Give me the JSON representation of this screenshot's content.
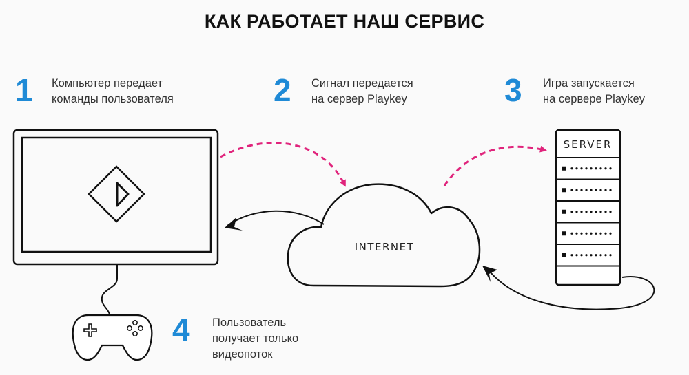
{
  "title": "КАК РАБОТАЕТ НАШ СЕРВИС",
  "steps": [
    {
      "number": "1",
      "lines": [
        "Компьютер передает",
        "команды пользователя"
      ]
    },
    {
      "number": "2",
      "lines": [
        "Сигнал передается",
        "на сервер Playkey"
      ]
    },
    {
      "number": "3",
      "lines": [
        "Игра запускается",
        "на сервере Playkey"
      ]
    },
    {
      "number": "4",
      "lines": [
        "Пользователь",
        "получает только",
        "видеопоток"
      ]
    }
  ],
  "server": {
    "label": "SERVER"
  },
  "cloud": {
    "label": "INTERNET"
  },
  "colors": {
    "accent_blue": "#1f8ad6",
    "signal_pink": "#e0247c",
    "stroke": "#111111"
  }
}
